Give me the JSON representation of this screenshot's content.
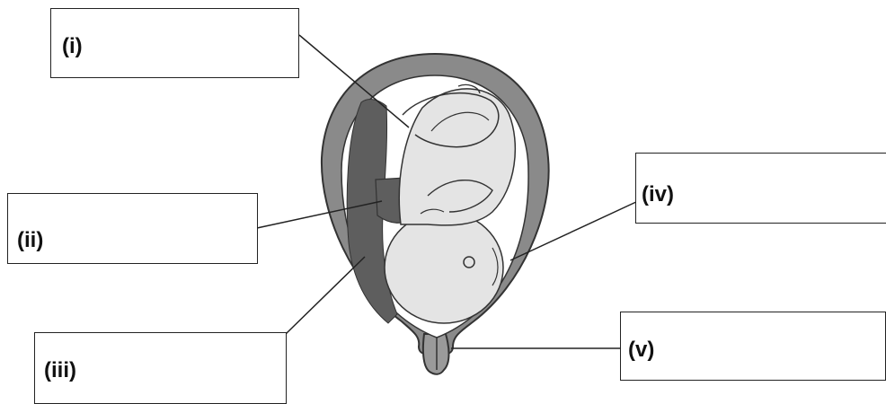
{
  "labels": [
    {
      "id": "i",
      "text": "(i)"
    },
    {
      "id": "ii",
      "text": "(ii)"
    },
    {
      "id": "iii",
      "text": "(iii)"
    },
    {
      "id": "iv",
      "text": "(iv)"
    },
    {
      "id": "v",
      "text": "(v)"
    }
  ],
  "colors": {
    "uterus_wall": "#8a8a8a",
    "placenta": "#5e5e5e",
    "fetus": "#e4e4e4",
    "line": "#222222"
  }
}
